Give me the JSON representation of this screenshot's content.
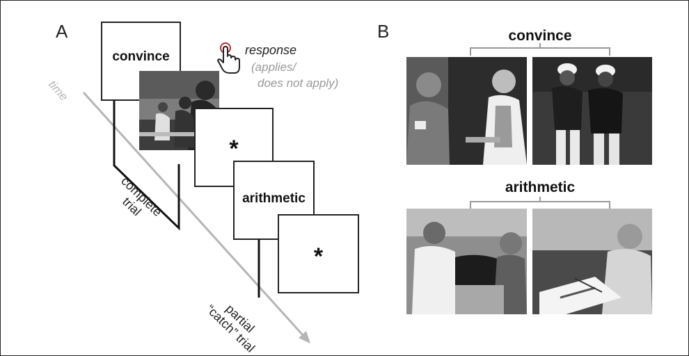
{
  "panel_a": {
    "label": "A",
    "axis_label": "time",
    "cards": {
      "word_1": "convince",
      "star_1": "*",
      "word_2": "arithmetic",
      "star_2": "*"
    },
    "response": {
      "title": "response",
      "sub_line_1": "(applies/",
      "sub_line_2": "does not apply)"
    },
    "complete_trial": {
      "line_1": "complete",
      "line_2": "trial"
    },
    "catch_trial": {
      "line_1": "partial",
      "line_2": "“catch” trial"
    }
  },
  "panel_b": {
    "label": "B",
    "group_1": "convince",
    "group_2": "arithmetic"
  },
  "icons": {
    "pointer": "pointing-hand-icon"
  }
}
